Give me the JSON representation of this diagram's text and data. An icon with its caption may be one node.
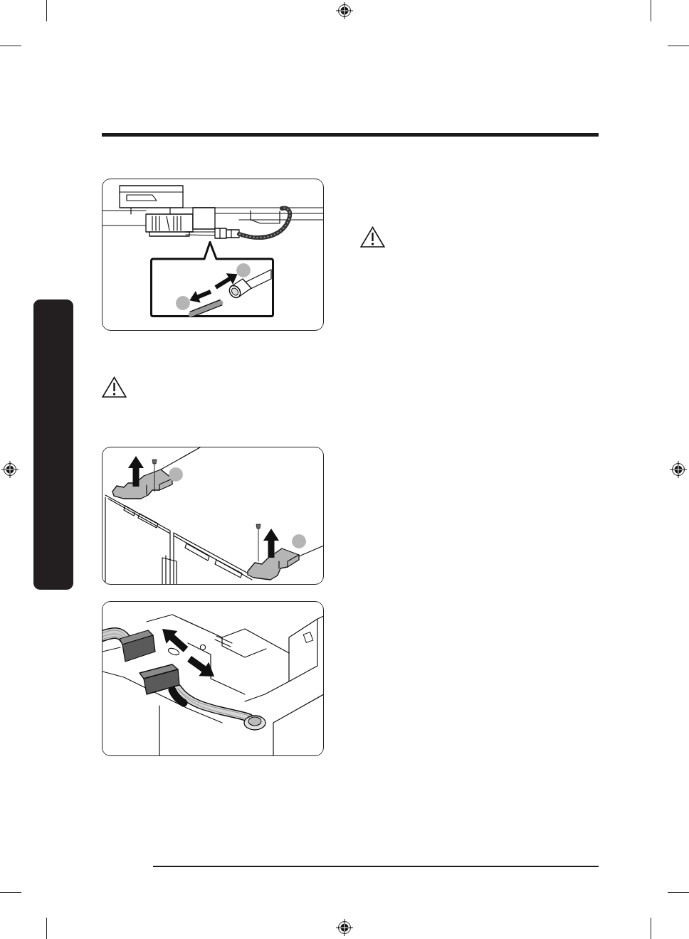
{
  "diagram": {
    "nodes": [
      {
        "text": [],
        "shape": "bar"
      },
      {
        "text": [],
        "shape": "picture"
      },
      {
        "text": [],
        "shape": "box",
        "in": 1
      },
      {
        "text": [],
        "shape": "circle",
        "in": 2
      },
      {
        "text": [],
        "shape": "circle",
        "in": 2
      },
      {
        "text": [],
        "shape": "picture"
      },
      {
        "text": [],
        "shape": "circle",
        "in": 5
      },
      {
        "text": [],
        "shape": "circle",
        "in": 5
      },
      {
        "text": [],
        "shape": "picture"
      }
    ],
    "edges": [
      {
        "from": null,
        "to": 3,
        "arrow": "to"
      },
      {
        "from": null,
        "to": 4,
        "arrow": "to"
      }
    ]
  }
}
